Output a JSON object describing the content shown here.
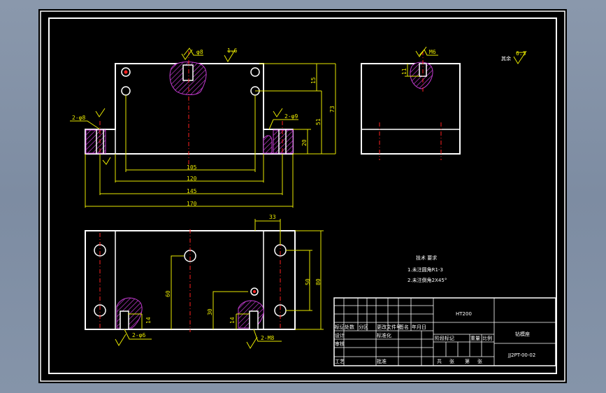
{
  "colors": {
    "background": "#000000",
    "outline": "#ffffff",
    "dimension": "#e8e800",
    "centerline": "#ff2020",
    "hatch": "#c23bd0",
    "leader": "#7fe07f"
  },
  "front_view": {
    "dims": {
      "d105": "105",
      "d120": "120",
      "d145": "145",
      "d170": "170",
      "d15": "15",
      "d73": "73",
      "d51": "51",
      "d20": "20"
    },
    "callouts": {
      "top_hole": "φ8",
      "left_holes": "2-φ8",
      "right_holes": "2-φ9",
      "roughness": "1.6"
    }
  },
  "side_view": {
    "callout": "M6",
    "dim": "11"
  },
  "top_view": {
    "dims": {
      "d33": "33",
      "d50": "50",
      "d80": "80",
      "d60": "60",
      "d30": "30",
      "d14a": "14",
      "d14b": "14"
    },
    "callouts": {
      "left": "2-φ6",
      "right": "2-M8"
    }
  },
  "roughness_note": {
    "label": "其余",
    "value": "6.3"
  },
  "tech_requirements": {
    "title": "技术 要求",
    "items": [
      "1.未注圆角R1-3",
      "2.未注倒角2X45°"
    ]
  },
  "title_block": {
    "material": "HT200",
    "part_name": "钻模座",
    "drawing_number": "JJ2PT-00-02",
    "row_labels": [
      "标记",
      "设计",
      "审核",
      "工艺"
    ],
    "header_cells": [
      "处数",
      "分区",
      "更改文件号",
      "签名",
      "年月日"
    ],
    "stage_label": "阶段标记",
    "weight_label": "重量",
    "scale_label": "比例",
    "standardize_label": "标准化",
    "approve_label": "批准",
    "sheet_marks": [
      "共",
      "张",
      "第",
      "张"
    ]
  }
}
